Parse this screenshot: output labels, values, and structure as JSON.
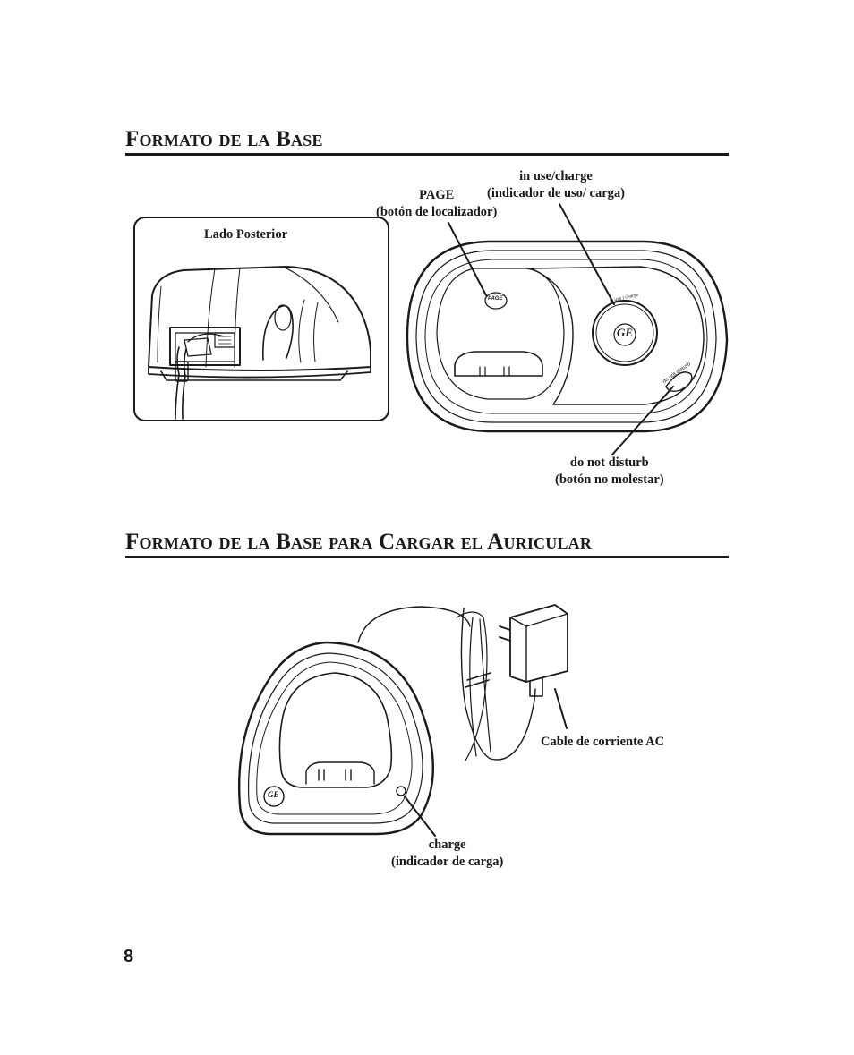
{
  "section1": {
    "title": "Formato de la Base",
    "inset_label": "Lado Posterior",
    "page_label": {
      "line1": "PAGE",
      "line2": "(botón de localizador)"
    },
    "inuse_label": {
      "line1": "in use/charge",
      "line2": "(indicador de uso/ carga)"
    },
    "dnd_label": {
      "line1": "do not disturb",
      "line2": "(botón no molestar)"
    },
    "button_page_text": "PAGE",
    "ring_text": "in use | charge",
    "logo_text": "GE",
    "dnd_button_text": "do not disturb"
  },
  "section2": {
    "title": "Formato de la Base para Cargar el Auricular",
    "cable_label": "Cable de corriente AC",
    "charge_label": {
      "line1": "charge",
      "line2": "(indicador de carga)"
    },
    "logo_text": "GE"
  },
  "page_number": "8"
}
